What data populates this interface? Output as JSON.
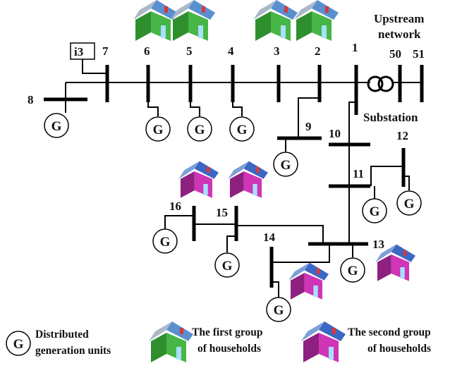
{
  "colors": {
    "line": "#000000",
    "house_group1_wall": "#3fae3f",
    "house_group1_roof": "#4f86c6",
    "house_group2_wall": "#c52fae",
    "house_group2_roof": "#3f6fc3",
    "house_door": "#8fd3ff"
  },
  "buses": {
    "b1": "1",
    "b2": "2",
    "b3": "3",
    "b4": "4",
    "b5": "5",
    "b6": "6",
    "b7": "7",
    "b8": "8",
    "b9": "9",
    "b10": "10",
    "b11": "11",
    "b12": "12",
    "b13": "13",
    "b14": "14",
    "b15": "15",
    "b16": "16",
    "b50": "50",
    "b51": "51"
  },
  "labels": {
    "i3": "i3",
    "upstream_line1": "Upstream",
    "upstream_line2": "network",
    "substation": "Substation"
  },
  "generator_symbol": "G",
  "legend": {
    "dg_line1": "Distributed",
    "dg_line2": "generation units",
    "group1_line1": "The first group",
    "group1_line2": "of households",
    "group2_line1": "The second group",
    "group2_line2": "of households"
  },
  "icons": [
    "generator-icon",
    "house-icon",
    "transformer-icon"
  ]
}
